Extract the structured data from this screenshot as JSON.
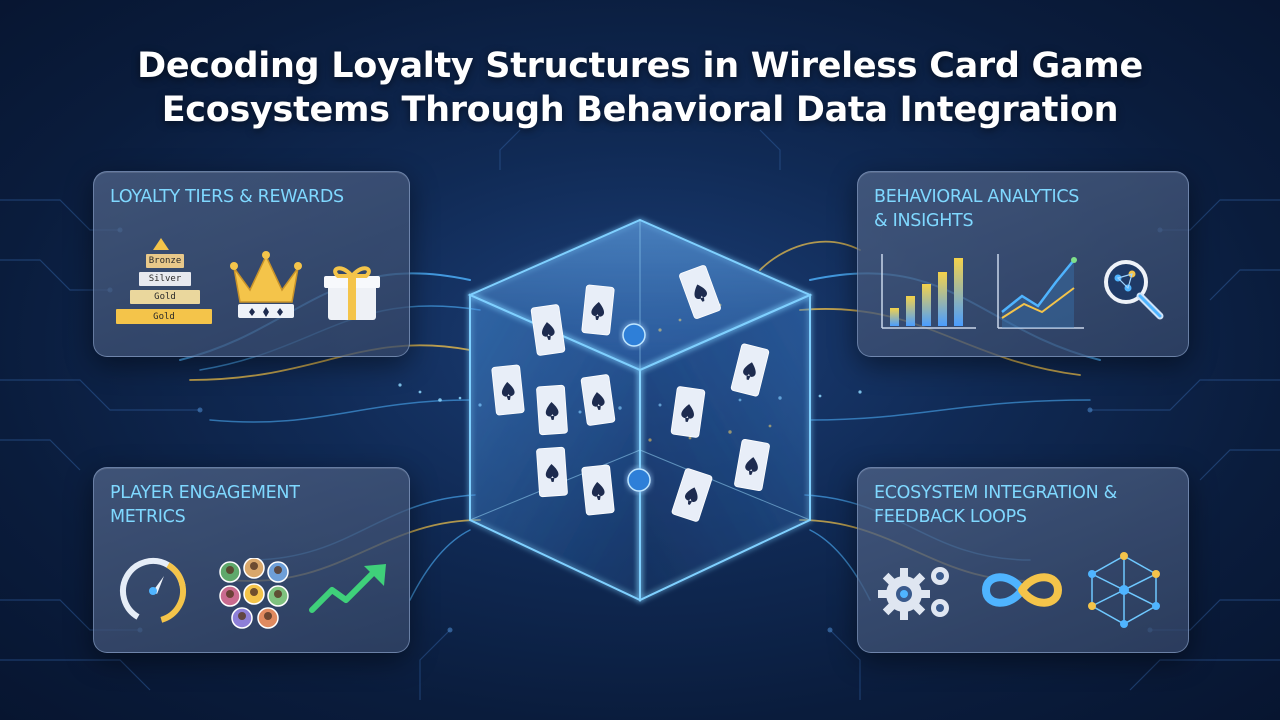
{
  "title": {
    "line1": "Decoding Loyalty Structures in Wireless Card Game",
    "line2": "Ecosystems Through Behavioral Data Integration"
  },
  "panels": {
    "loyalty": {
      "title": "LOYALTY TIERS & REWARDS",
      "tiers": [
        "Bronze",
        "Silver",
        "Gold",
        "Gold"
      ]
    },
    "analytics": {
      "title_line1": "BEHAVIORAL ANALYTICS",
      "title_line2": "& INSIGHTS"
    },
    "engagement": {
      "title_line1": "PLAYER ENGAGEMENT",
      "title_line2": "METRICS"
    },
    "ecosystem": {
      "title_line1": "ECOSYSTEM INTEGRATION &",
      "title_line2": "FEEDBACK LOOPS"
    }
  },
  "icons": {
    "loyalty": [
      "tier-pyramid-icon",
      "crown-icon",
      "gift-box-icon"
    ],
    "analytics": [
      "bar-chart-icon",
      "line-chart-icon",
      "magnifier-network-icon"
    ],
    "engagement": [
      "gauge-icon",
      "player-avatars-icon",
      "trend-up-arrow-icon"
    ],
    "ecosystem": [
      "gears-icon",
      "infinity-loop-icon",
      "network-nodes-icon"
    ]
  },
  "colors": {
    "accent_cyan": "#7fd8ff",
    "accent_gold": "#f4c44a",
    "glow_blue": "#4fb4ff"
  }
}
